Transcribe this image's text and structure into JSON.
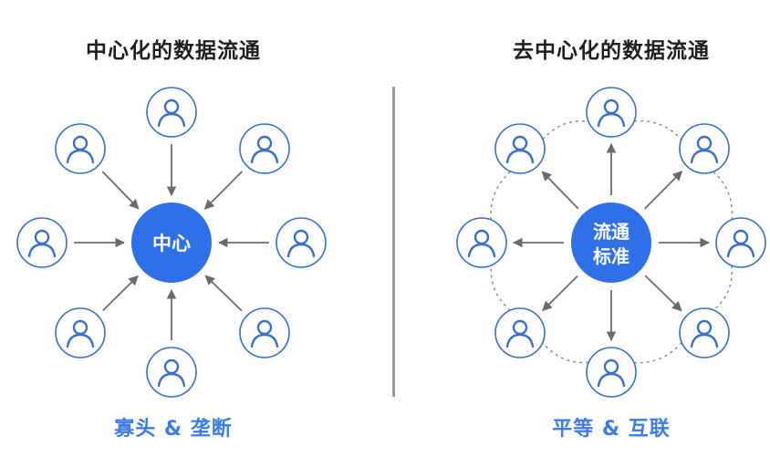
{
  "left_panel": {
    "title": "中心化的数据流通",
    "hub_label": "中心",
    "caption": "寡头 & 垄断",
    "flow_direction": "inward",
    "node_count": 8
  },
  "right_panel": {
    "title": "去中心化的数据流通",
    "hub_label_line1": "流通",
    "hub_label_line2": "标准",
    "caption": "平等 & 互联",
    "flow_direction": "outward",
    "node_count": 8,
    "peer_ring": "dashed"
  },
  "icons": {
    "node": "user-icon"
  },
  "colors": {
    "hub": "#2f6fe8",
    "node_stroke": "#3a6fc4",
    "arrow": "#6b6b6b",
    "caption": "#3d7be6",
    "title": "#1f1f1f",
    "divider": "#9a9a9a",
    "ring": "#888888"
  }
}
